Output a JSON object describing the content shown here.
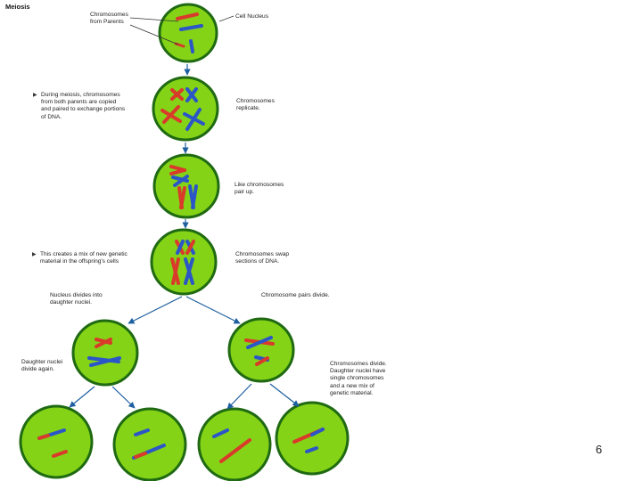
{
  "diagram": {
    "title": "Meiosis",
    "labels": {
      "chromosomes_from_parents": "Chromosomes\nfrom Parents",
      "cell_nucleus": "Cell Nucleus",
      "during_meiosis": "During meiosis, chromosomes\nfrom both parents are copied\nand paired to exchange portions\nof DNA.",
      "chromosomes_replicate": "Chromosomes\nreplicate.",
      "like_chromosomes_pair": "Like chromosomes\npair up.",
      "creates_mix": "This creates a mix of new genetic\nmaterial in the offspring's cells",
      "chromosomes_swap": "Chromosomes swap\nsections of DNA.",
      "nucleus_divides": "Nucleus divides into\ndaughter nuclei.",
      "chromosome_pairs_divide": "Chromosome pairs divide.",
      "daughter_nuclei_divide": "Daughter nuclei\ndivide again.",
      "chromosomes_divide": "Chromosomes divide.\nDaughter nuclei have\nsingle chromosomes\nand a new mix of\ngenetic material."
    },
    "colors": {
      "cell_fill": "#84d317",
      "cell_border": "#1f6a12",
      "chromosome_red": "#d93a2a",
      "chromosome_blue": "#2b56c8",
      "arrow": "#1d5fa0"
    }
  },
  "page_number": "6"
}
